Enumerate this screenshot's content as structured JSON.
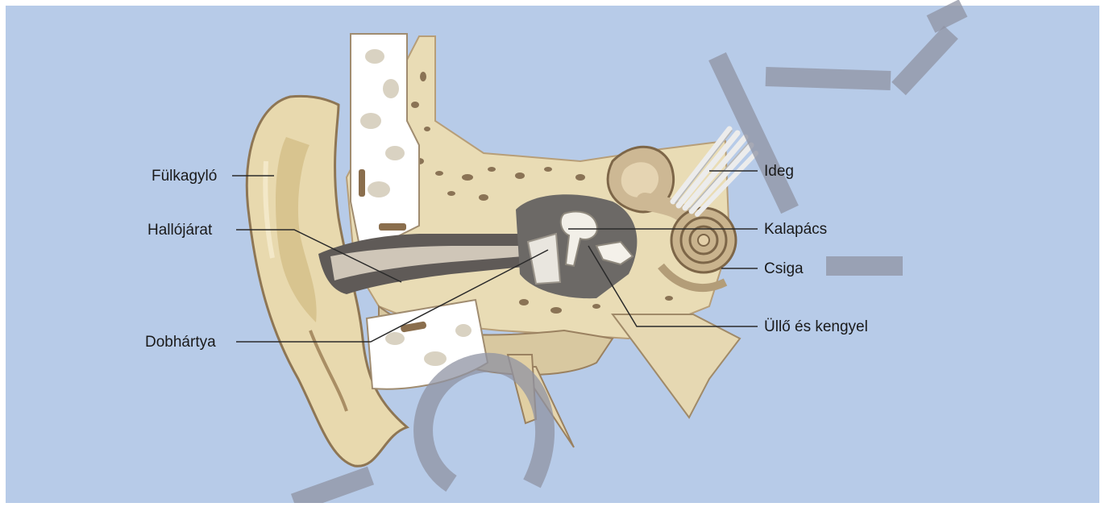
{
  "diagram": {
    "background_color": "#b7cbe8",
    "watermark_color": "#8f93a3",
    "labels": {
      "fulkagylo": "Fülkagyló",
      "hallojarat": "Hallójárat",
      "dobhartya": "Dobhártya",
      "ideg": "Ideg",
      "kalapacs": "Kalapács",
      "csiga": "Csiga",
      "ullo_kengyel": "Üllő és kengyel"
    }
  }
}
